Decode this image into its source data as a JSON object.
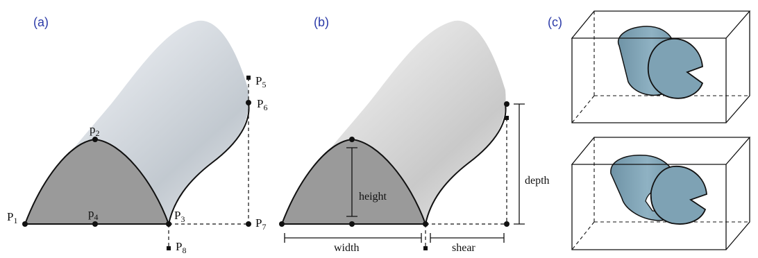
{
  "panels": {
    "a": {
      "label": "(a)"
    },
    "b": {
      "label": "(b)"
    },
    "c": {
      "label": "(c)"
    }
  },
  "points": {
    "P1": {
      "base": "P",
      "sub": "1"
    },
    "p2": {
      "base": "p",
      "sub": "2"
    },
    "P3": {
      "base": "P",
      "sub": "3"
    },
    "p4": {
      "base": "p",
      "sub": "4"
    },
    "P5": {
      "base": "P",
      "sub": "5"
    },
    "P6": {
      "base": "P",
      "sub": "6"
    },
    "P7": {
      "base": "P",
      "sub": "7"
    },
    "P8": {
      "base": "P",
      "sub": "8"
    }
  },
  "dimensions": {
    "height": "height",
    "width": "width",
    "shear": "shear",
    "depth": "depth"
  },
  "colors": {
    "surface_light": "#dfe3e8",
    "surface_mid": "#b9c1c9",
    "surface_dark": "#8f9aa3",
    "cross_section": "#9a9a9a",
    "tube": "#7ea2b4",
    "label_blue": "#2b3aa8"
  }
}
